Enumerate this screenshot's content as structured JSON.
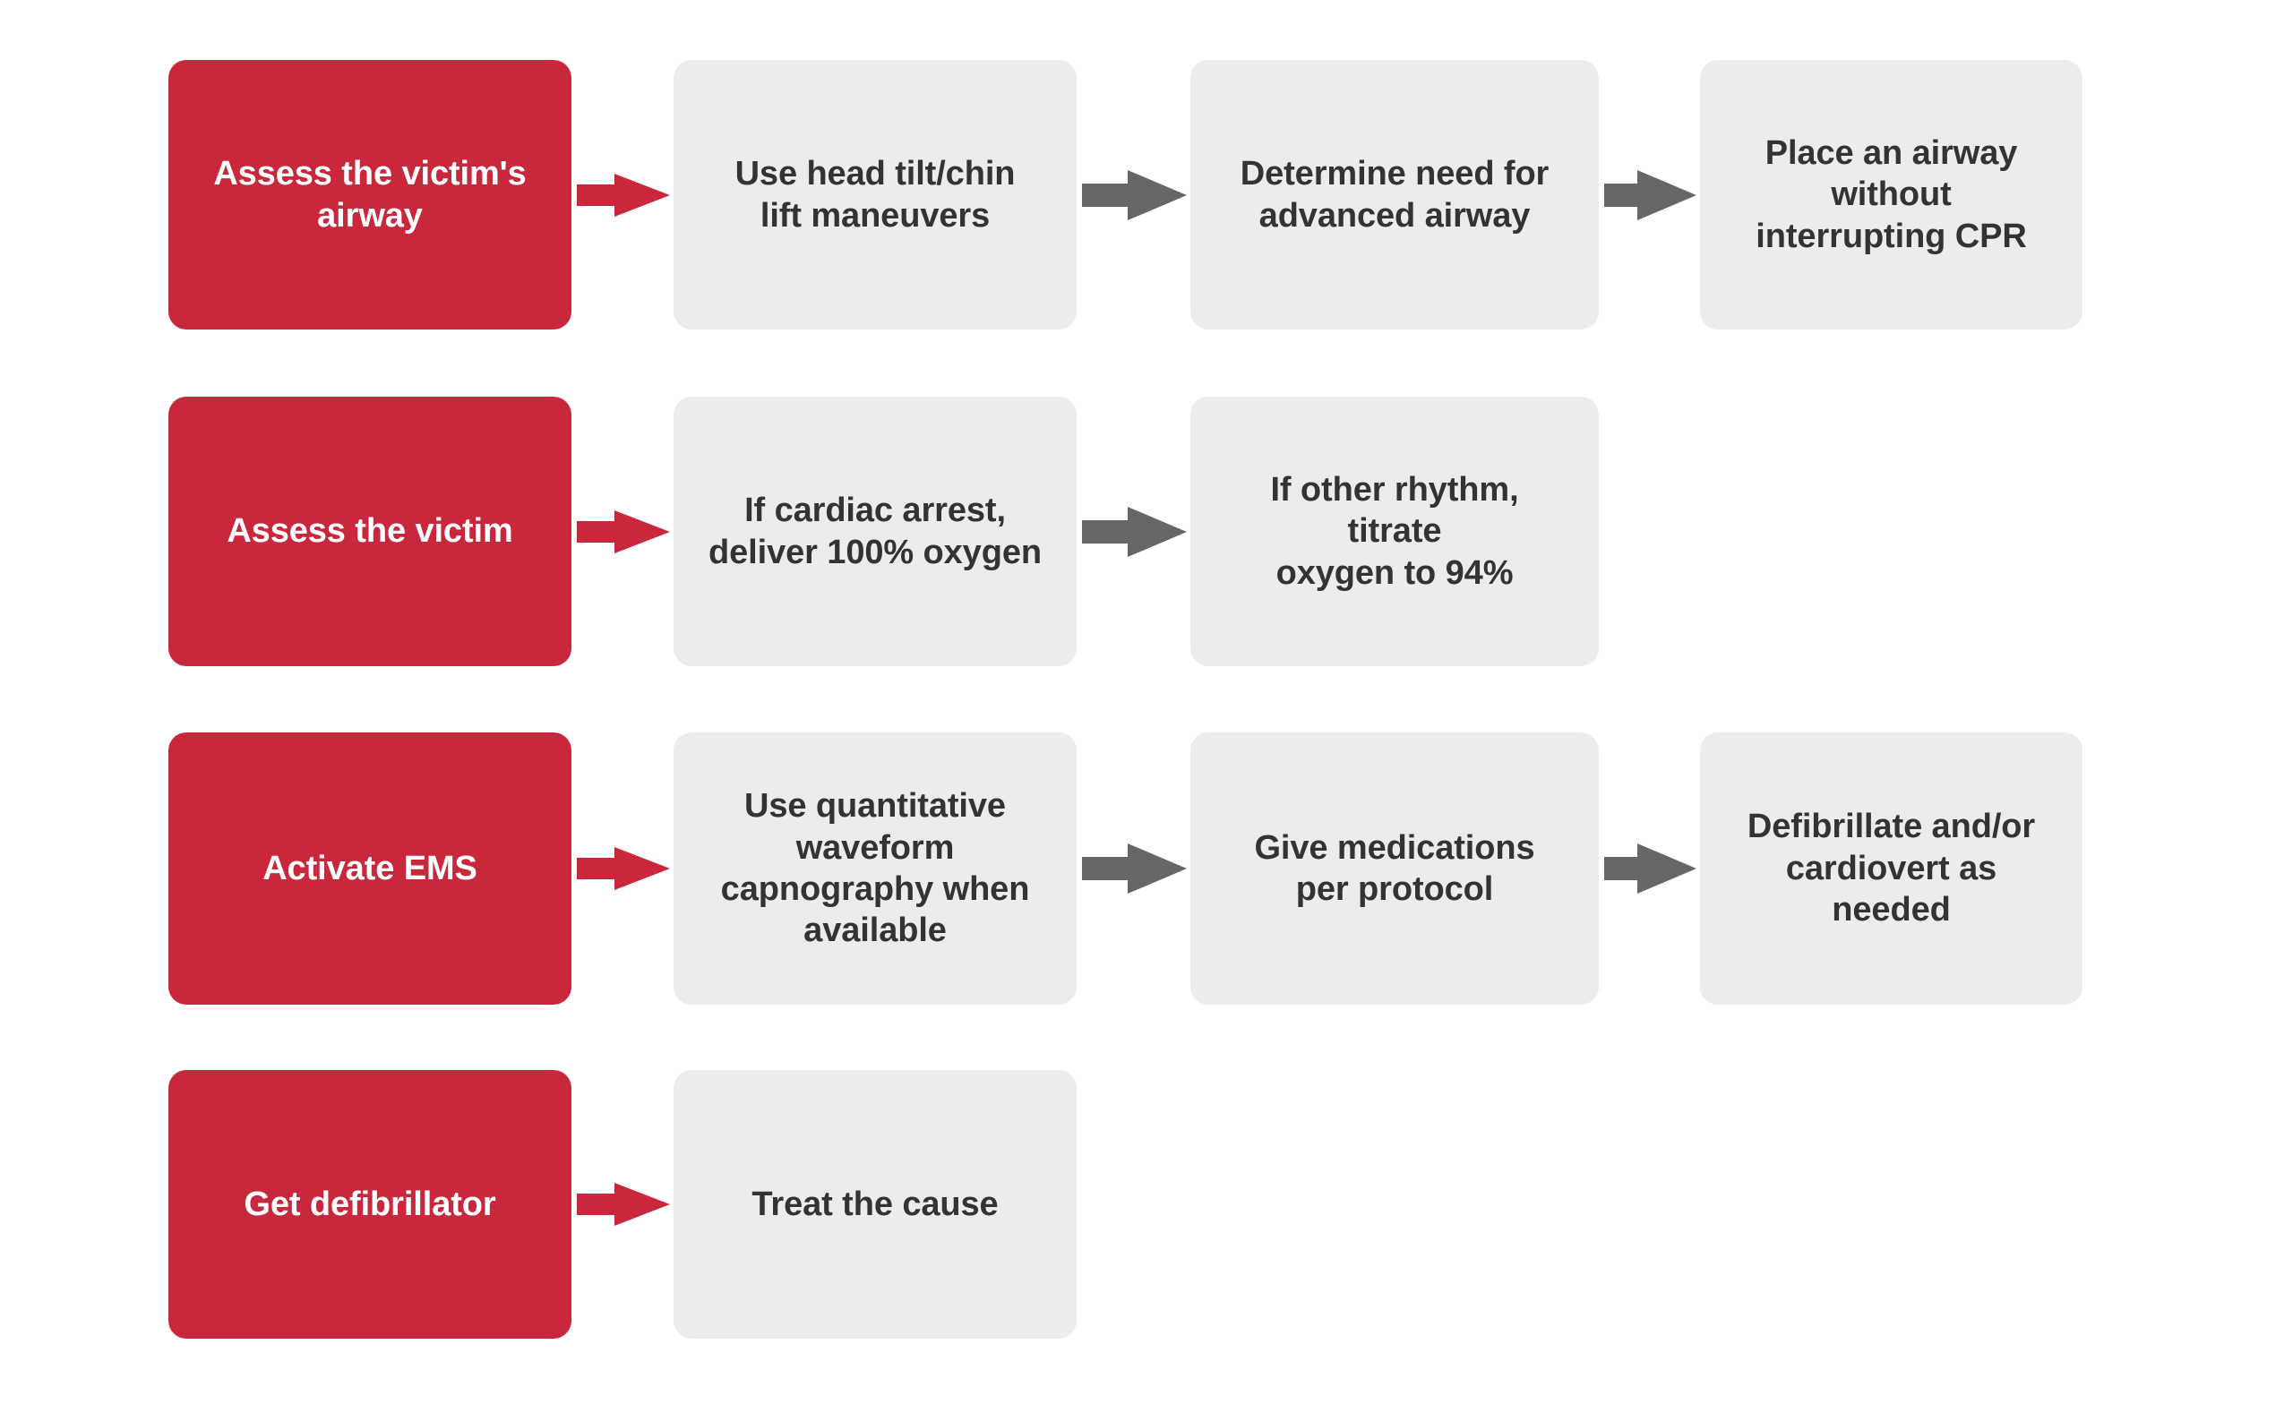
{
  "diagram": {
    "title": "Assess the victim's airway resuscitation flowchart",
    "background_color": "#ffffff",
    "colors": {
      "start_box": "#c9283c",
      "step_box": "#ececec",
      "start_text": "#ffffff",
      "step_text": "#333333",
      "red_arrow": "#c9283c",
      "gray_arrow": "#666666"
    }
  },
  "chart_data": {
    "type": "flowchart",
    "orientation": "left-to-right",
    "rows": [
      {
        "row_index": 1,
        "nodes": [
          {
            "id": "r1n1",
            "kind": "start",
            "label": "Assess the victim's\nairway"
          },
          {
            "id": "r1n2",
            "kind": "step",
            "label": "Use head tilt/chin\nlift maneuvers"
          },
          {
            "id": "r1n3",
            "kind": "step",
            "label": "Determine need for\nadvanced airway"
          },
          {
            "id": "r1n4",
            "kind": "step",
            "label": "Place an airway\nwithout\ninterrupting CPR"
          }
        ],
        "connectors": [
          {
            "from": "r1n1",
            "to": "r1n2",
            "style": "red"
          },
          {
            "from": "r1n2",
            "to": "r1n3",
            "style": "gray"
          },
          {
            "from": "r1n3",
            "to": "r1n4",
            "style": "gray"
          }
        ]
      },
      {
        "row_index": 2,
        "nodes": [
          {
            "id": "r2n1",
            "kind": "start",
            "label": "Assess the victim"
          },
          {
            "id": "r2n2",
            "kind": "step",
            "label": "If cardiac arrest,\ndeliver 100% oxygen"
          },
          {
            "id": "r2n3",
            "kind": "step",
            "label": "If other rhythm,\ntitrate\noxygen to 94%"
          }
        ],
        "connectors": [
          {
            "from": "r2n1",
            "to": "r2n2",
            "style": "red"
          },
          {
            "from": "r2n2",
            "to": "r2n3",
            "style": "gray"
          }
        ]
      },
      {
        "row_index": 3,
        "nodes": [
          {
            "id": "r3n1",
            "kind": "start",
            "label": "Activate EMS"
          },
          {
            "id": "r3n2",
            "kind": "step",
            "label": "Use quantitative\nwaveform\ncapnography when\navailable"
          },
          {
            "id": "r3n3",
            "kind": "step",
            "label": "Give medications\nper protocol"
          },
          {
            "id": "r3n4",
            "kind": "step",
            "label": "Defibrillate and/or\ncardiovert as\nneeded"
          }
        ],
        "connectors": [
          {
            "from": "r3n1",
            "to": "r3n2",
            "style": "red"
          },
          {
            "from": "r3n2",
            "to": "r3n3",
            "style": "gray"
          },
          {
            "from": "r3n3",
            "to": "r3n4",
            "style": "gray"
          }
        ]
      },
      {
        "row_index": 4,
        "nodes": [
          {
            "id": "r4n1",
            "kind": "start",
            "label": "Get defibrillator"
          },
          {
            "id": "r4n2",
            "kind": "step",
            "label": "Treat the cause"
          }
        ],
        "connectors": [
          {
            "from": "r4n1",
            "to": "r4n2",
            "style": "red"
          }
        ]
      }
    ]
  }
}
